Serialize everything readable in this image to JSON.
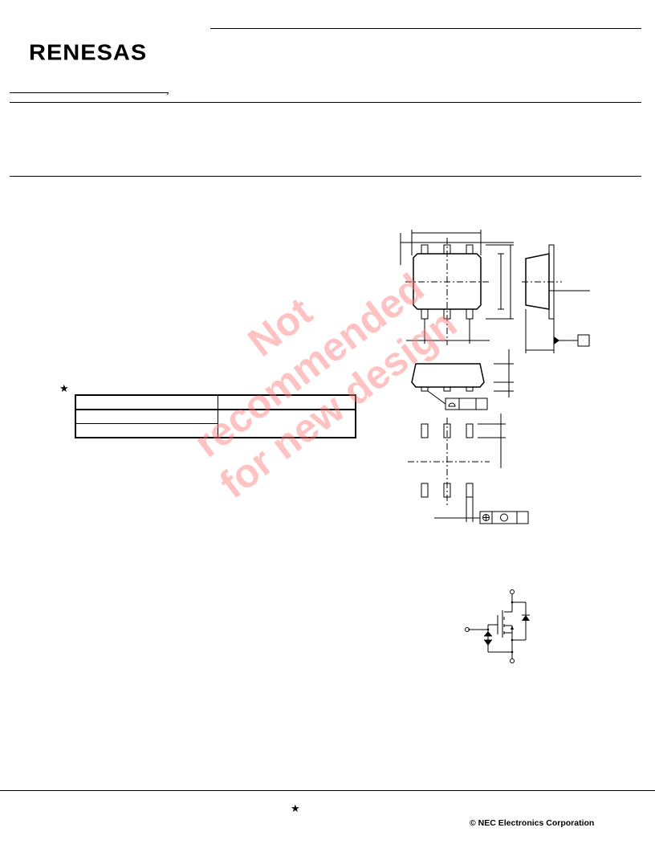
{
  "header": {
    "brand": "RENESAS"
  },
  "ordering_table": {
    "rows": [
      [
        "",
        ""
      ],
      [
        "",
        ""
      ],
      [
        "",
        ""
      ]
    ]
  },
  "watermark": {
    "line1": "Not recommended",
    "line2": "for new design"
  },
  "footer": {
    "copyright": "© NEC Electronics Corporation"
  },
  "colors": {
    "ink": "#000000",
    "watermark": "#ff7878"
  }
}
